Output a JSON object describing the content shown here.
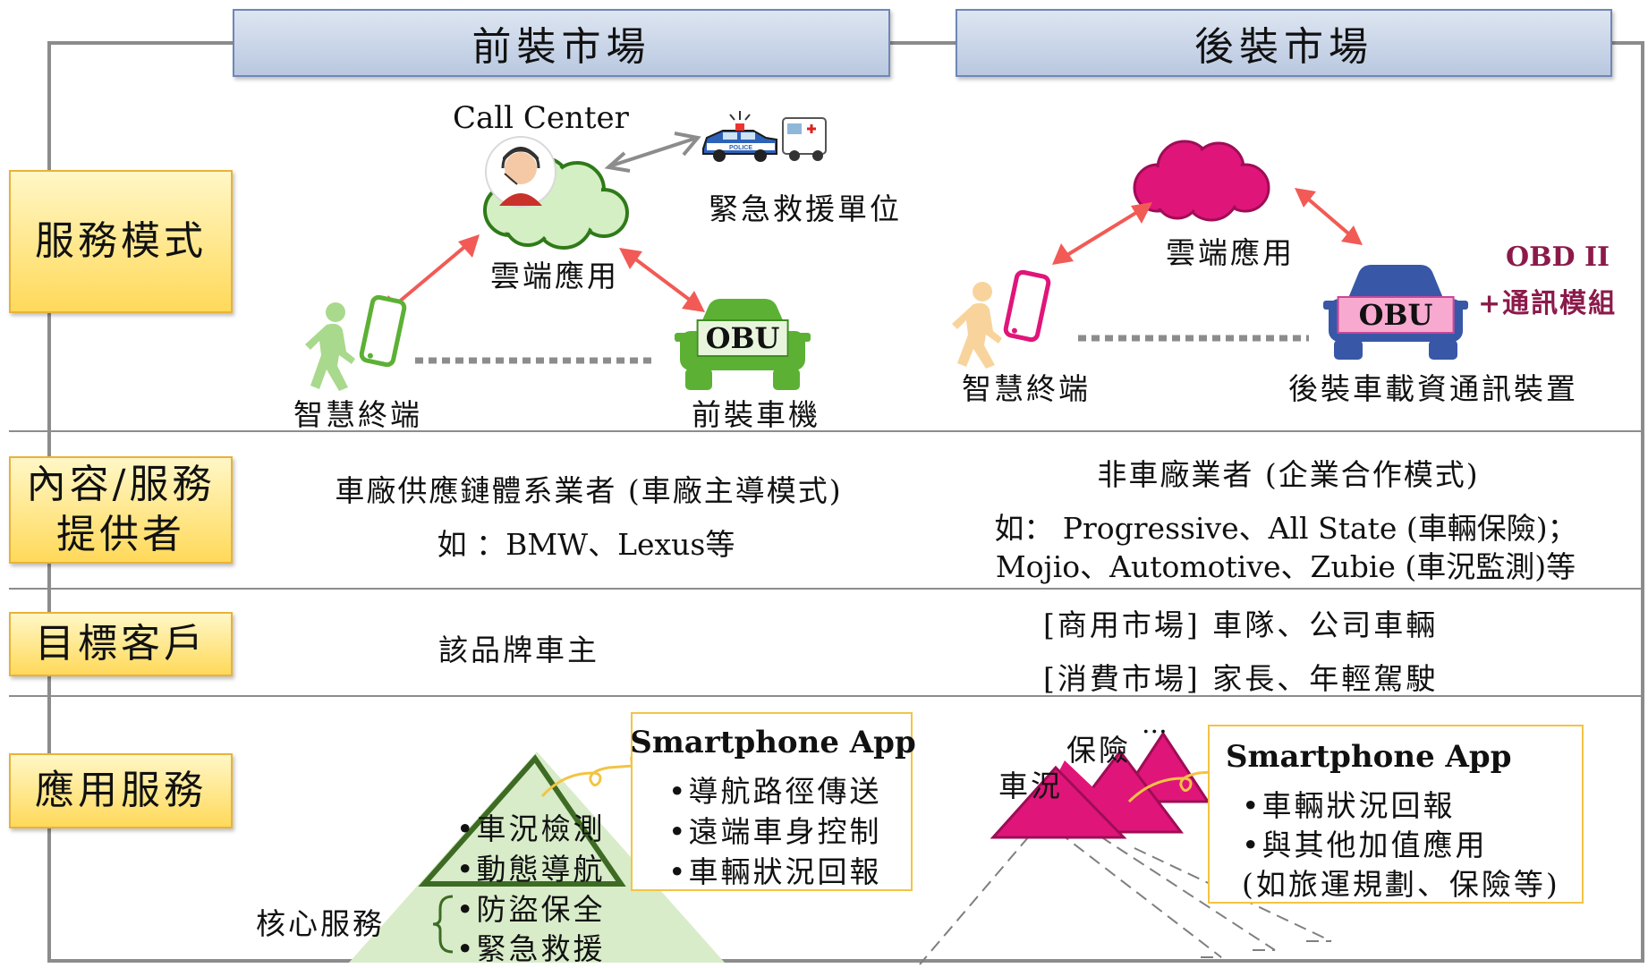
{
  "columns": {
    "front": "前裝市場",
    "after": "後裝市場"
  },
  "rows": {
    "service_model": "服務模式",
    "provider": "內容/服務\n提供者",
    "target": "目標客戶",
    "application": "應用服務"
  },
  "service_model": {
    "front": {
      "call_center": "Call Center",
      "emergency": "緊急救援單位",
      "cloud": "雲端應用",
      "terminal": "智慧終端",
      "obu": "OBU",
      "device": "前裝車機",
      "police_label": "POLICE"
    },
    "after": {
      "cloud": "雲端應用",
      "terminal": "智慧終端",
      "obu": "OBU",
      "device": "後裝車載資通訊裝置",
      "obd_line1": "OBD II",
      "obd_line2": "+通訊模組"
    }
  },
  "provider": {
    "front_line1": "車廠供應鏈體系業者 (車廠主導模式)",
    "front_line2": "如 ：BMW、Lexus等",
    "after_line1": "非車廠業者 (企業合作模式)",
    "after_line2": "如： Progressive、All State (車輛保險)；",
    "after_line3": "Mojio、Automotive、Zubie (車況監測)等"
  },
  "target": {
    "front": "該品牌車主",
    "after_line1": "[商用市場] 車隊、公司車輛",
    "after_line2": "[消費市場] 家長、年輕駕駛"
  },
  "application": {
    "front": {
      "app_title": "Smartphone App",
      "app_items": [
        "•導航路徑傳送",
        "•遠端車身控制",
        "•車輛狀況回報"
      ],
      "pyramid_items": [
        "•車況檢測",
        "•動態導航"
      ],
      "core_label": "核心服務",
      "core_items": [
        "•防盜保全",
        "•緊急救援"
      ]
    },
    "after": {
      "app_title": "Smartphone App",
      "app_items": [
        "•車輛狀況回報",
        "•與其他加值應用",
        "(如旅運規劃、保險等)"
      ],
      "car_condition": "車況",
      "insurance": "保險",
      "ellipsis": "..."
    }
  },
  "colors": {
    "header_border": "#6f87b7",
    "label_fill": "#ffd95a",
    "front_accent": "#5cb135",
    "after_accent": "#e0157a",
    "arrow": "#f25a55",
    "obd_text": "#8b1a4a"
  }
}
